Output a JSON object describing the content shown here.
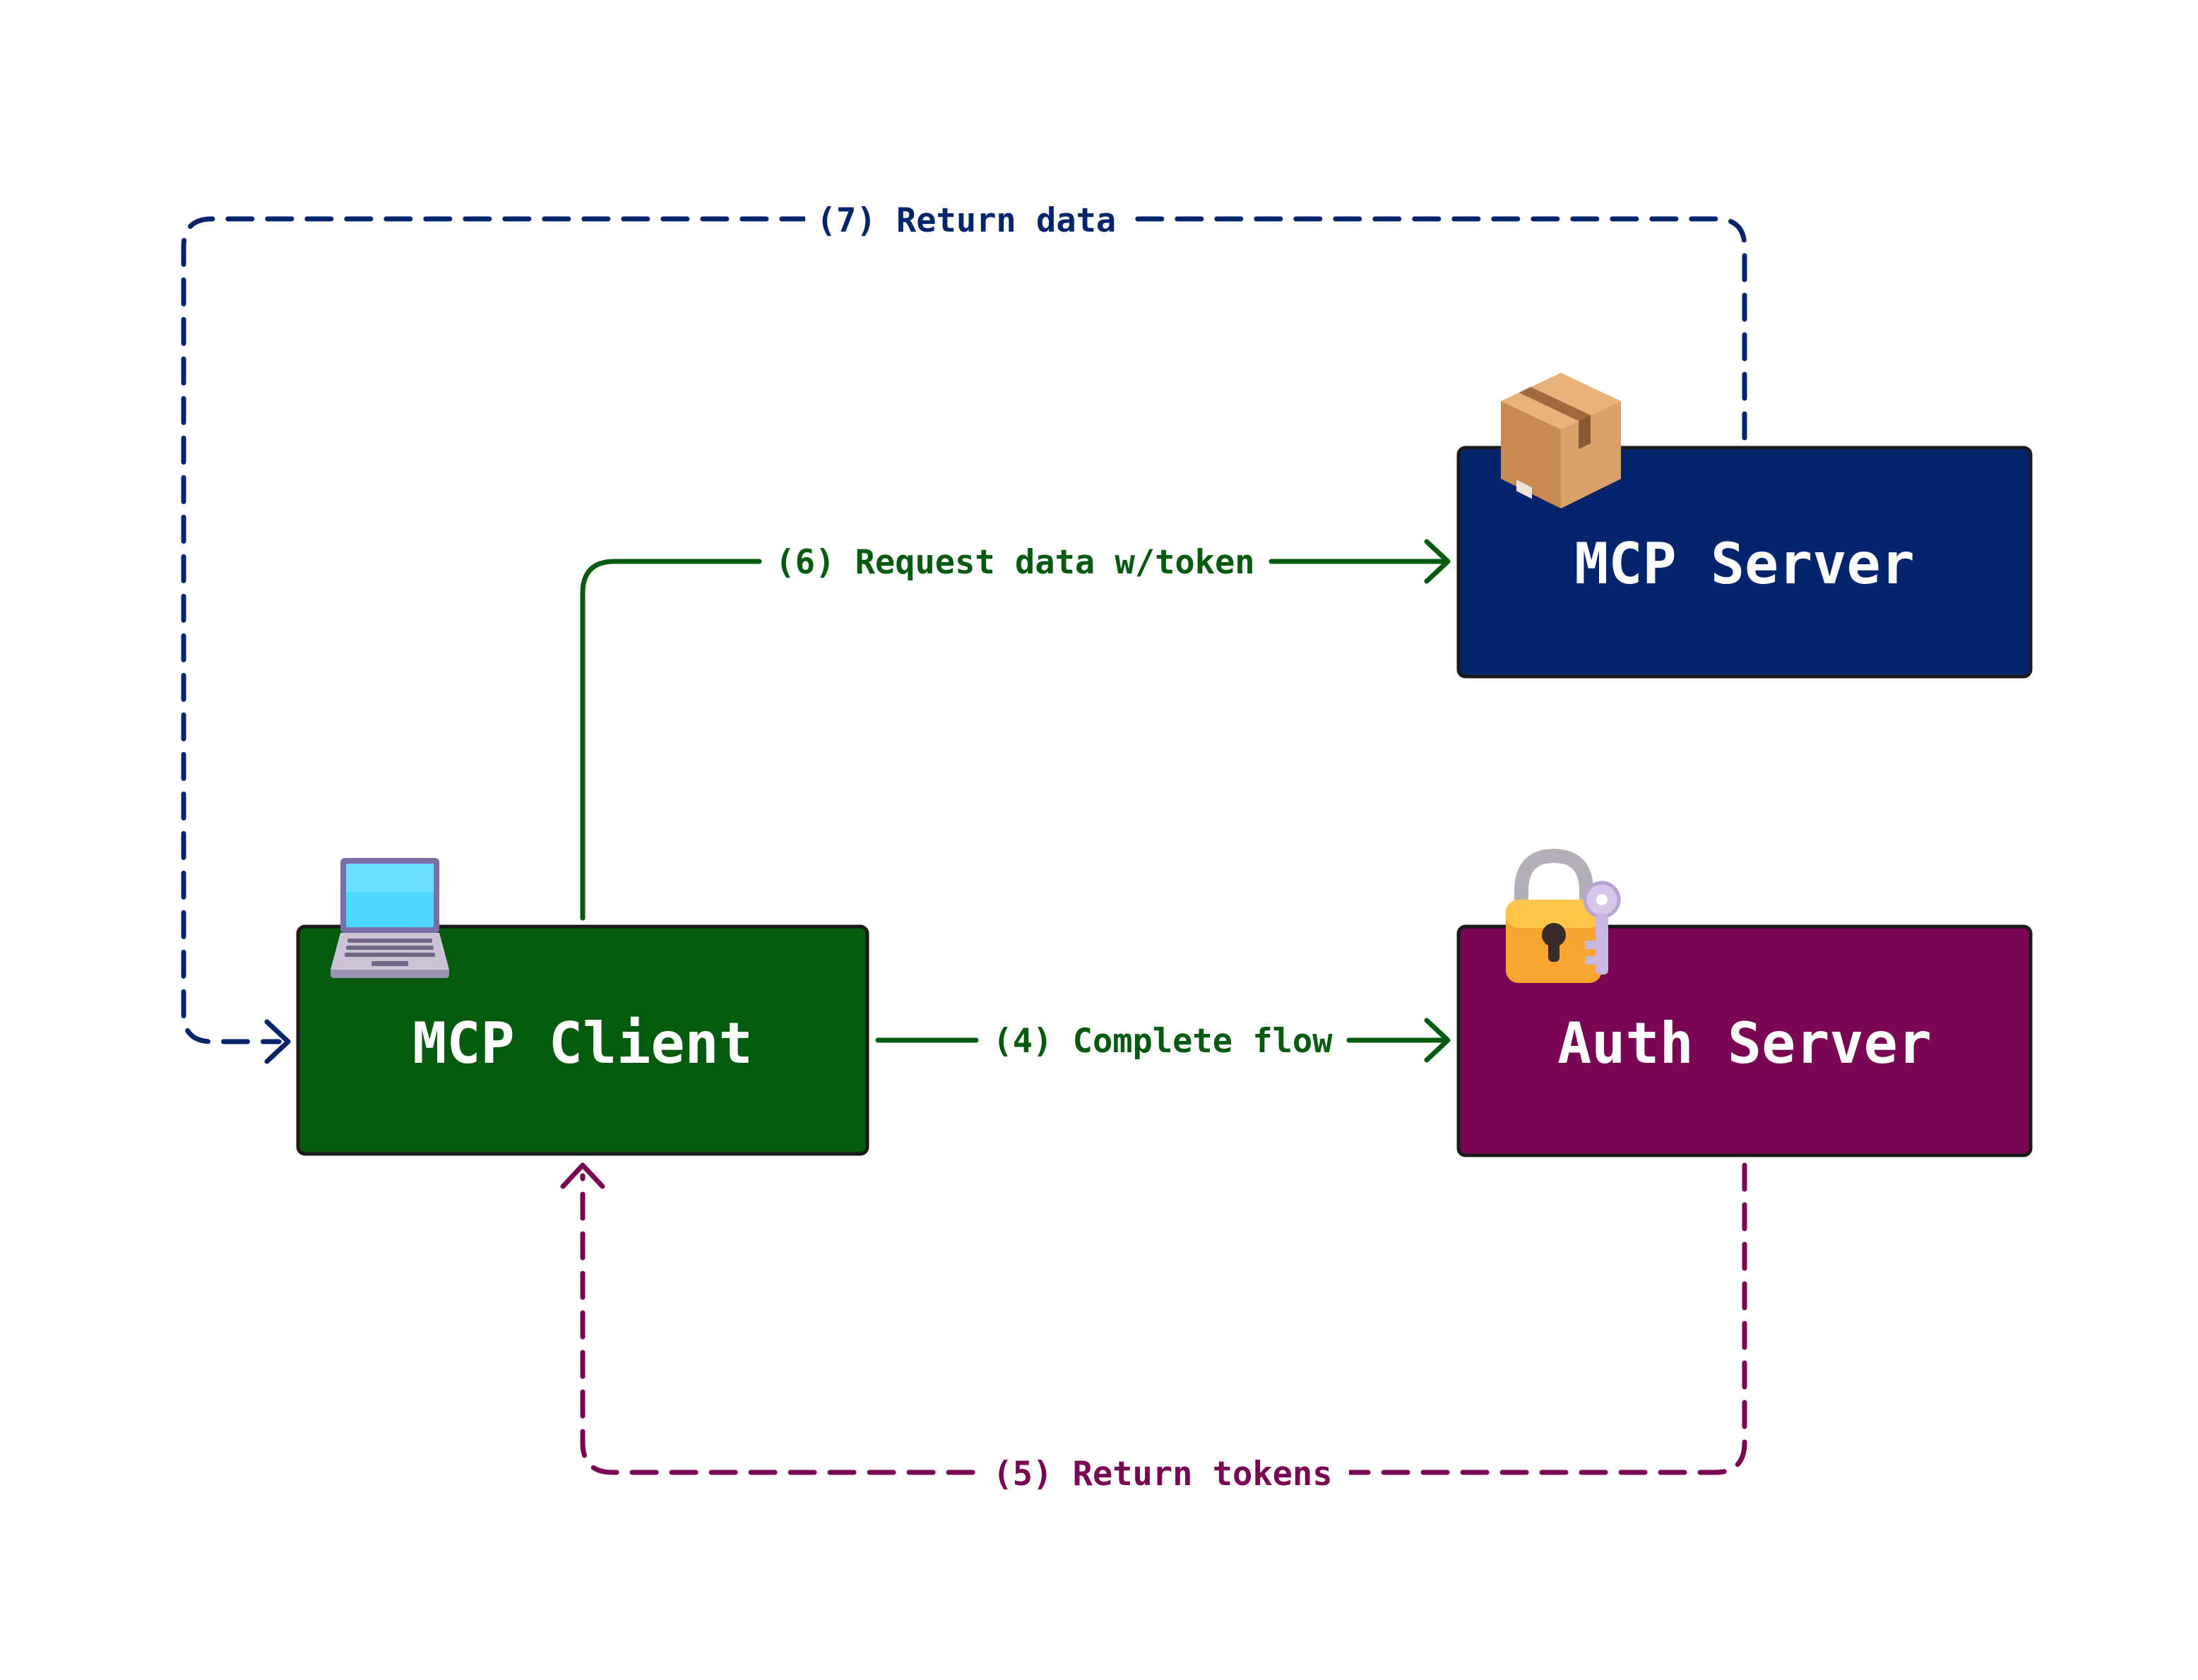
{
  "nodes": {
    "mcp_client": {
      "label": "MCP Client",
      "fill": "#045a0e",
      "icon": "laptop-icon"
    },
    "mcp_server": {
      "label": "MCP Server",
      "fill": "#05246e",
      "icon": "package-icon"
    },
    "auth_server": {
      "label": "Auth Server",
      "fill": "#7a0553",
      "icon": "locked-with-key-icon"
    }
  },
  "edges": {
    "complete_flow": {
      "label": "(4) Complete flow",
      "color": "#045a0e",
      "style": "solid"
    },
    "return_tokens": {
      "label": "(5) Return tokens",
      "color": "#7a0553",
      "style": "dashed"
    },
    "request_data": {
      "label": "(6) Request data w/token",
      "color": "#045a0e",
      "style": "solid"
    },
    "return_data": {
      "label": "(7) Return data",
      "color": "#05246e",
      "style": "dashed"
    }
  }
}
